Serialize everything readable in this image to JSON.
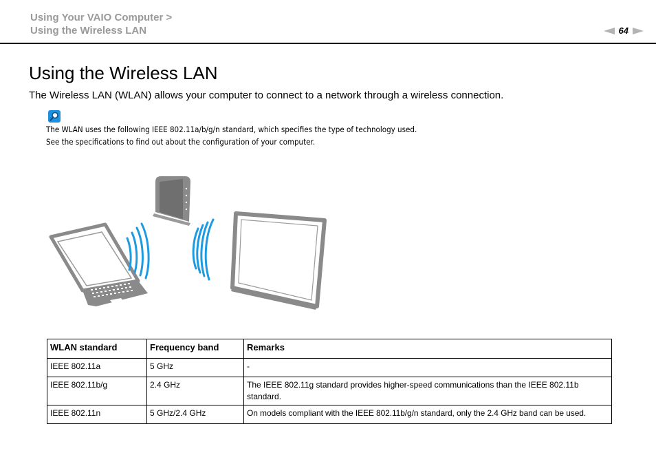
{
  "header": {
    "breadcrumb_line1": "Using Your VAIO Computer >",
    "breadcrumb_line2": "Using the Wireless LAN",
    "page_number": "64",
    "prev_icon": "triangle-left-icon",
    "next_icon": "triangle-right-icon"
  },
  "main": {
    "title": "Using the Wireless LAN",
    "intro": "The Wireless LAN (WLAN) allows your computer to connect to a network through a wireless connection.",
    "note_icon": "magnifier-icon",
    "note_line1": "The WLAN uses the following IEEE 802.11a/b/g/n standard, which specifies the type of technology used.",
    "note_line2": "See the specifications to find out about the configuration of your computer."
  },
  "table": {
    "headers": [
      "WLAN standard",
      "Frequency band",
      "Remarks"
    ],
    "rows": [
      [
        "IEEE 802.11a",
        "5 GHz",
        "-"
      ],
      [
        "IEEE 802.11b/g",
        "2.4 GHz",
        "The IEEE 802.11g standard provides higher-speed communications than the IEEE 802.11b standard."
      ],
      [
        "IEEE 802.11n",
        "5 GHz/2.4 GHz",
        "On models compliant with the IEEE 802.11b/g/n standard, only the 2.4 GHz band can be used."
      ]
    ]
  },
  "colors": {
    "wave_blue": "#1e9be0",
    "breadcrumb_gray": "#9a9a9a",
    "device_gray": "#808080"
  }
}
